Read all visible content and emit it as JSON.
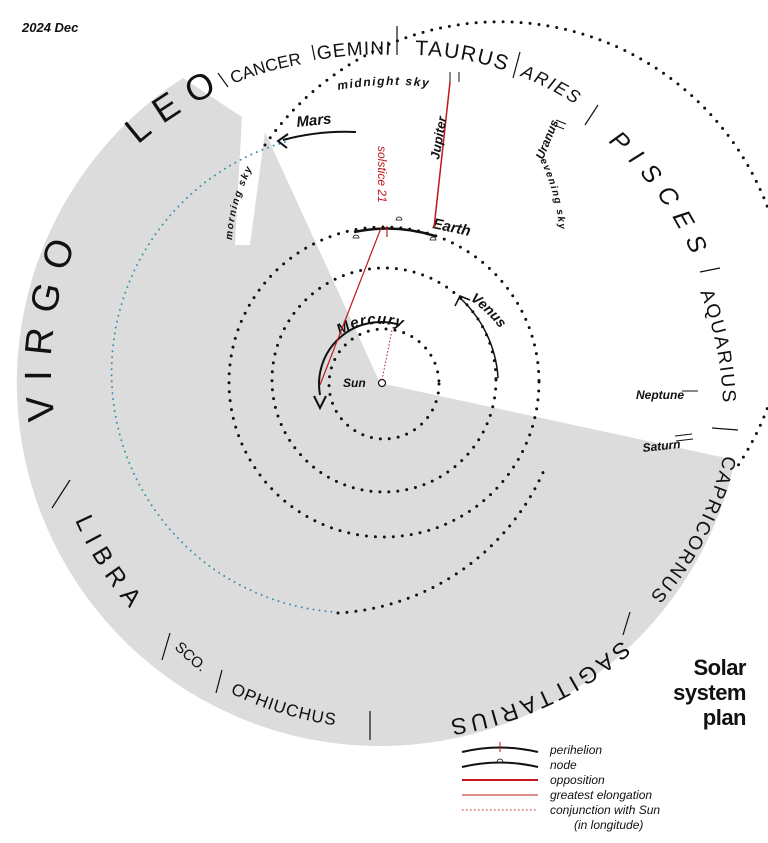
{
  "header": {
    "date": "2024 Dec"
  },
  "title": {
    "line1": "Solar",
    "line2": "system",
    "line3": "plan"
  },
  "constellations": {
    "cancer": "CANCER",
    "gemini": "GEMINI",
    "taurus": "TAURUS",
    "aries": "ARIES",
    "pisces": "PISCES",
    "aquarius": "AQUARIUS",
    "capricornus": "CAPRICORNUS",
    "sagittarius": "SAGITTARIUS",
    "ophiuchus": "OPHIUCHUS",
    "scorpius": "SCO.",
    "libra": "LIBRA",
    "virgo": "VIRGO",
    "leo": "LEO"
  },
  "planets": {
    "sun": "Sun",
    "mercury": "Mercury",
    "venus": "Venus",
    "earth": "Earth",
    "mars": "Mars",
    "jupiter": "Jupiter",
    "uranus": "Uranus",
    "neptune": "Neptune",
    "saturn": "Saturn"
  },
  "sky_labels": {
    "midnight": "midnight sky",
    "morning": "morning sky",
    "evening": "evening sky",
    "solstice": "solstice 21"
  },
  "legend": {
    "perihelion": "perihelion",
    "node": "node",
    "opposition": "opposition",
    "greatest_elongation": "greatest elongation",
    "conjunction": "conjunction with Sun",
    "conjunction_note": "(in longitude)"
  },
  "colors": {
    "shade": "#dcdcdc",
    "red": "#c0171c",
    "conjunction": "#3a8fb0",
    "ink": "#111111"
  }
}
